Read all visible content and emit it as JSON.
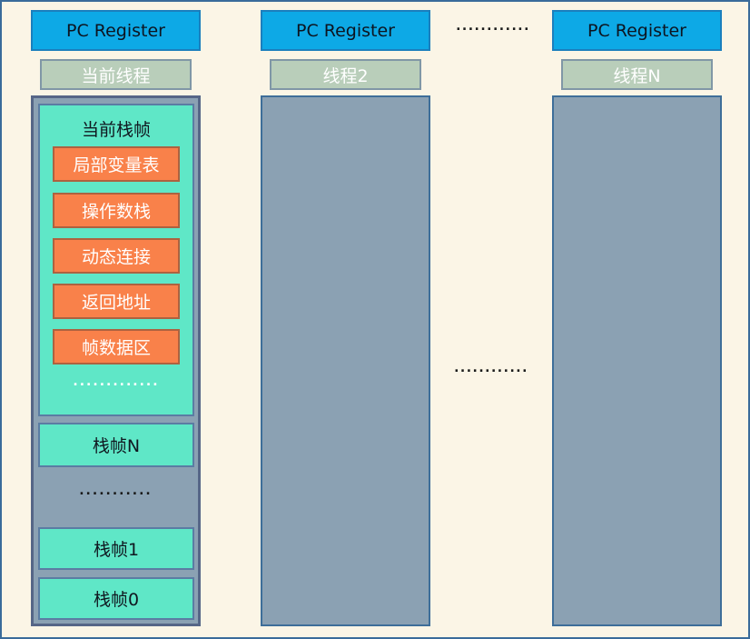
{
  "colors": {
    "background": "#FBF5E6",
    "canvas_border": "#3A6B9A",
    "pc_register_fill": "#0DA9E6",
    "pc_register_border": "#1B7FBD",
    "thread_fill": "#B9CEBA",
    "thread_border": "#8097A6",
    "stack_fill": "#8BA1B3",
    "stack_border": "#3E6E99",
    "teal_fill": "#5FE7C7",
    "teal_border": "#5B7CA3",
    "orange_fill": "#F9814A",
    "orange_border": "#AD6240"
  },
  "columns": [
    {
      "pc_label": "PC Register",
      "thread_label": "当前线程"
    },
    {
      "pc_label": "PC Register",
      "thread_label": "线程2"
    },
    {
      "pc_label": "PC Register",
      "thread_label": "线程N"
    }
  ],
  "current_frame": {
    "title": "当前栈帧",
    "parts": [
      "局部变量表",
      "操作数栈",
      "动态连接",
      "返回地址",
      "帧数据区"
    ],
    "ellipsis": "............."
  },
  "stack": {
    "frame_n": "栈帧N",
    "ellipsis": "...........",
    "frame_1": "栈帧1",
    "frame_0": "栈帧0"
  },
  "separators": {
    "top_dots": "............",
    "middle_dots": "............"
  }
}
